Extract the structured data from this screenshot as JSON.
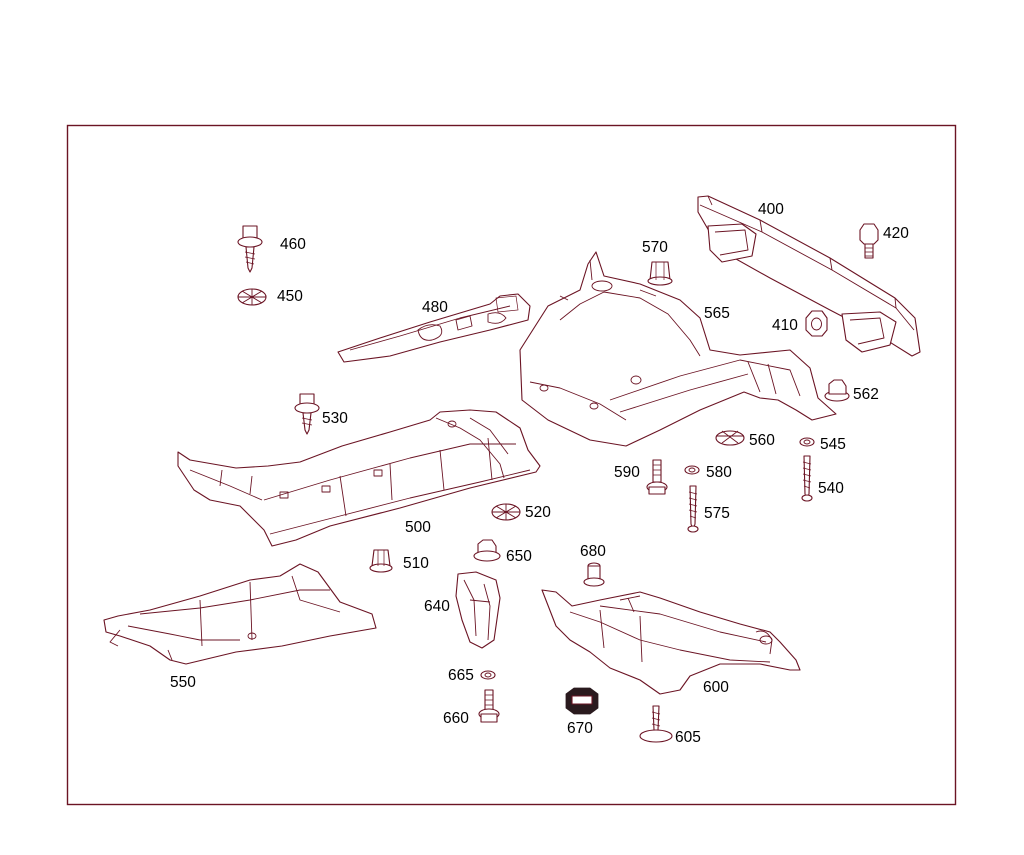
{
  "diagram": {
    "callouts": [
      {
        "id": "400",
        "label": "400"
      },
      {
        "id": "420",
        "label": "420"
      },
      {
        "id": "460",
        "label": "460"
      },
      {
        "id": "450",
        "label": "450"
      },
      {
        "id": "570",
        "label": "570"
      },
      {
        "id": "480",
        "label": "480"
      },
      {
        "id": "565",
        "label": "565"
      },
      {
        "id": "410",
        "label": "410"
      },
      {
        "id": "530",
        "label": "530"
      },
      {
        "id": "562",
        "label": "562"
      },
      {
        "id": "560",
        "label": "560"
      },
      {
        "id": "545",
        "label": "545"
      },
      {
        "id": "590",
        "label": "590"
      },
      {
        "id": "580",
        "label": "580"
      },
      {
        "id": "540",
        "label": "540"
      },
      {
        "id": "520",
        "label": "520"
      },
      {
        "id": "575",
        "label": "575"
      },
      {
        "id": "500",
        "label": "500"
      },
      {
        "id": "680",
        "label": "680"
      },
      {
        "id": "510",
        "label": "510"
      },
      {
        "id": "650",
        "label": "650"
      },
      {
        "id": "640",
        "label": "640"
      },
      {
        "id": "550",
        "label": "550"
      },
      {
        "id": "600",
        "label": "600"
      },
      {
        "id": "665",
        "label": "665"
      },
      {
        "id": "660",
        "label": "660"
      },
      {
        "id": "670",
        "label": "670"
      },
      {
        "id": "605",
        "label": "605"
      }
    ]
  }
}
